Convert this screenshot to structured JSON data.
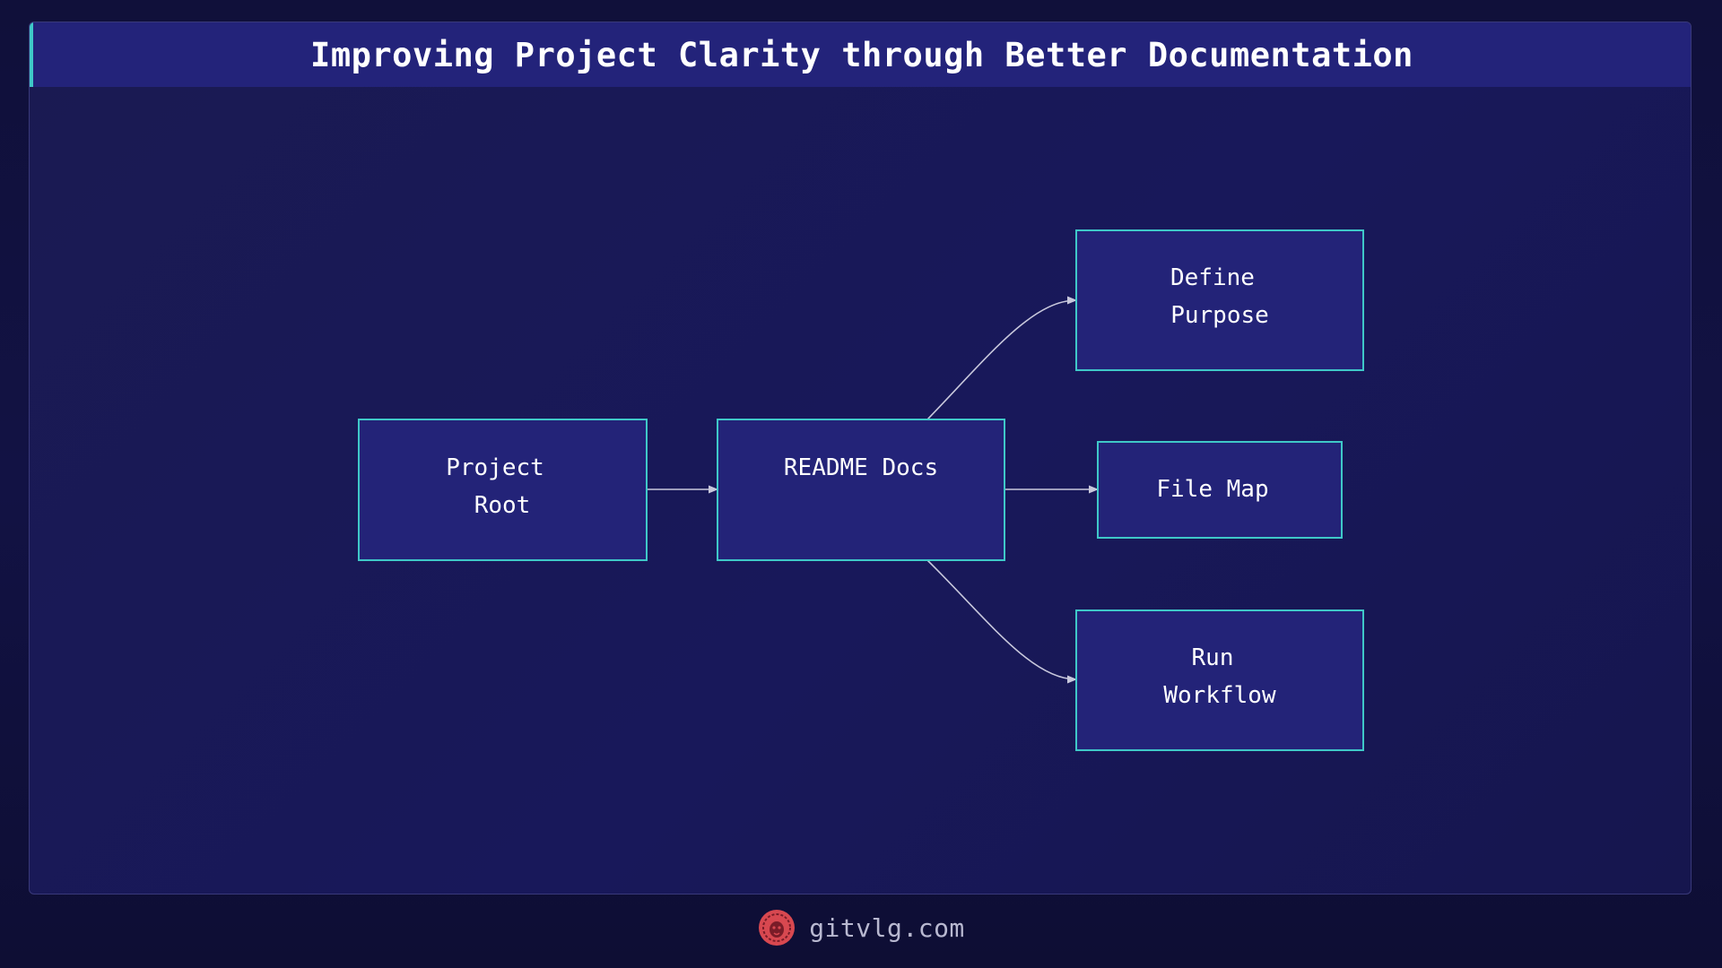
{
  "header": {
    "title": "Improving Project Clarity through Better Documentation"
  },
  "nodes": {
    "project_root": [
      "Project",
      "Root"
    ],
    "readme_docs": [
      "README Docs"
    ],
    "define_purpose": [
      "Define",
      "Purpose"
    ],
    "file_map": [
      "File Map"
    ],
    "run_workflow": [
      "Run",
      "Workflow"
    ]
  },
  "footer": {
    "site": "gitvlg.com",
    "logo_icon": "lion-icon"
  },
  "colors": {
    "node_fill": "#232378",
    "node_border": "#3fc8c8",
    "edge": "#c8c8dc",
    "accent": "#3fc8c8",
    "logo": "#d84850"
  }
}
